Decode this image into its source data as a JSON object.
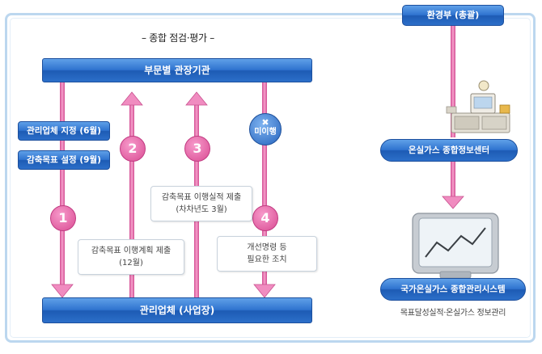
{
  "heading": "– 종합 점검·평가 –",
  "top_right_label": "환경부 (총괄)",
  "top_bar_label": "부문별 관장기관",
  "bottom_bar_label": "관리업체 (사업장)",
  "left_small_bar_1": "관리업체 지정 (6월)",
  "left_small_bar_2": "감축목표 설정 (9월)",
  "step_badges": [
    "1",
    "2",
    "3",
    "4"
  ],
  "not_fulfilled": {
    "x_glyph": "✖",
    "label": "미이행"
  },
  "box_plan": {
    "line1": "감축목표 이행계획 제출",
    "line2": "(12월)"
  },
  "box_result": {
    "line1": "감축목표 이행실적 제출",
    "line2": "(차차년도 3월)"
  },
  "box_action": {
    "line1": "개선명령 등",
    "line2": "필요한 조치"
  },
  "center_label": "온실가스 종합정보센터",
  "system_label": "국가온실가스 종합관리시스템",
  "system_sub": "목표달성실적·온실가스 정보관리",
  "icons": [
    "computer-desk-icon",
    "monitor-chart-icon"
  ],
  "colors": {
    "arrow": "#ef7fb8",
    "bar": "#2f73cf",
    "frame": "#bcd7ef"
  }
}
